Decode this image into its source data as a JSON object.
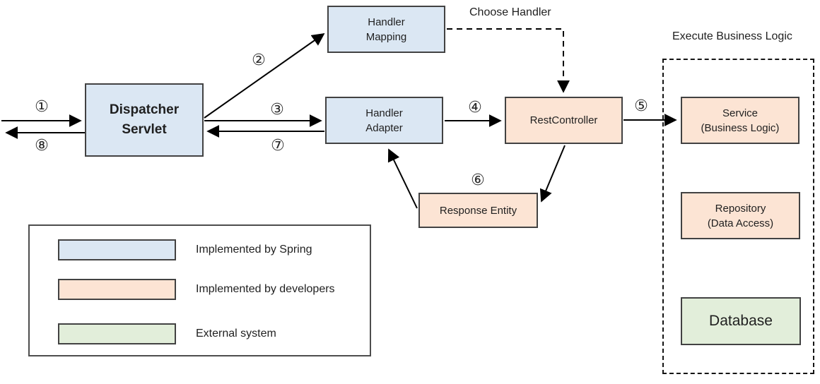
{
  "diagram": {
    "labels": {
      "choose_handler": "Choose Handler",
      "execute_business_logic": "Execute Business Logic"
    },
    "nodes": {
      "dispatcher_servlet": {
        "line1": "Dispatcher",
        "line2": "Servlet"
      },
      "handler_mapping": {
        "line1": "Handler",
        "line2": "Mapping"
      },
      "handler_adapter": {
        "line1": "Handler",
        "line2": "Adapter"
      },
      "rest_controller": {
        "label": "RestController"
      },
      "response_entity": {
        "label": "Response Entity"
      },
      "service": {
        "line1": "Service",
        "line2": "(Business Logic)"
      },
      "repository": {
        "line1": "Repository",
        "line2": "(Data Access)"
      },
      "database": {
        "label": "Database"
      }
    },
    "steps": {
      "1": "①",
      "2": "②",
      "3": "③",
      "4": "④",
      "5": "⑤",
      "6": "⑥",
      "7": "⑦",
      "8": "⑧"
    },
    "legend": {
      "items": [
        {
          "label": "Implemented by Spring",
          "color": "#dbe7f3"
        },
        {
          "label": "Implemented by developers",
          "color": "#fce4d4"
        },
        {
          "label": "External system",
          "color": "#e2eeda"
        }
      ]
    },
    "colors": {
      "spring_box": "#dbe7f3",
      "developer_box": "#fce4d4",
      "external_box": "#e2eeda",
      "border": "#424242",
      "arrow": "#000000"
    }
  }
}
